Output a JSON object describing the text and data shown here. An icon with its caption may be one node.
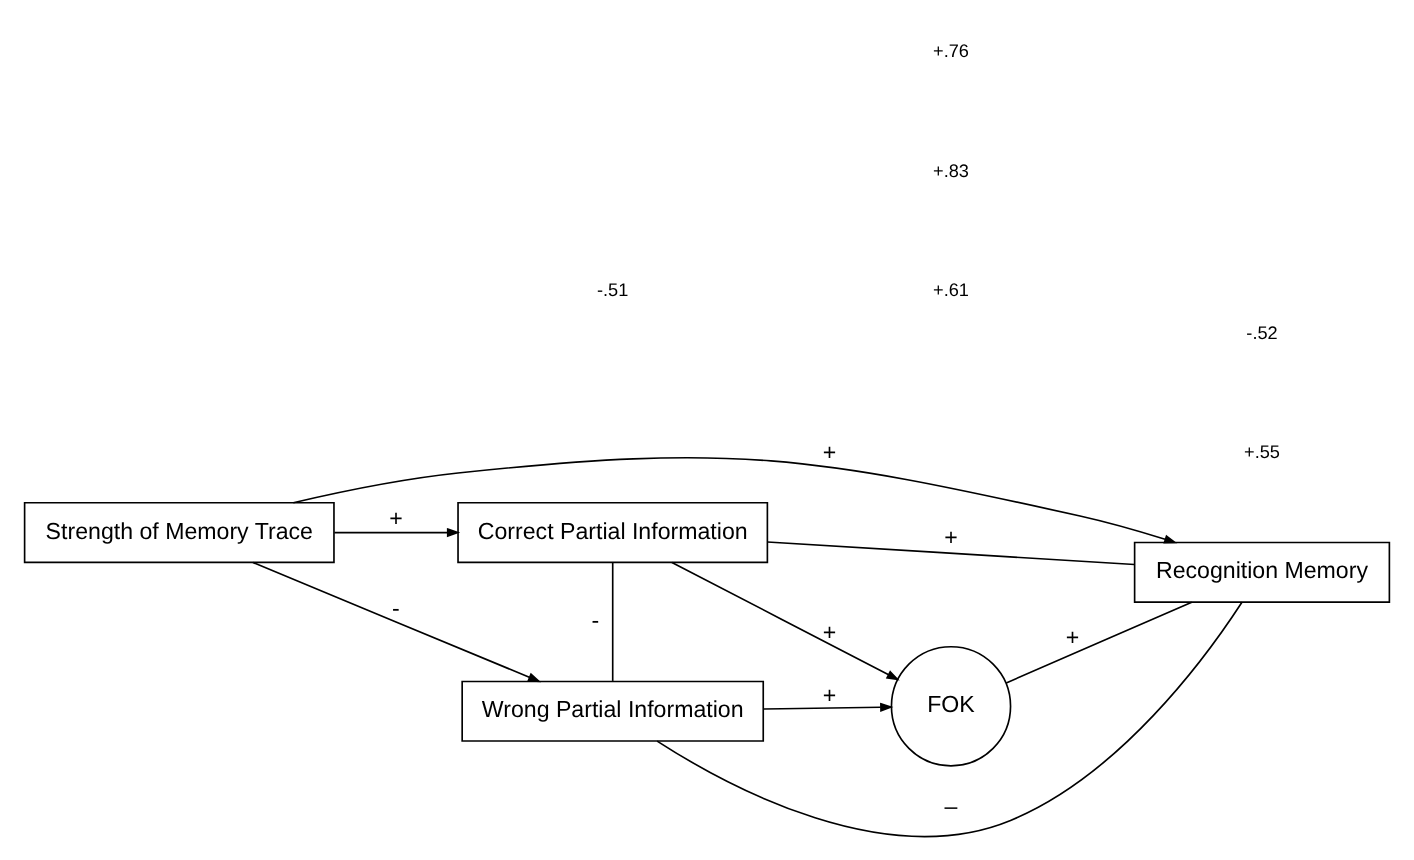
{
  "diagram": {
    "nodes": [
      {
        "text": [
          "Correct Partial Information"
        ]
      },
      {
        "text": [
          "Strength of Memory Trace"
        ]
      },
      {
        "text": [
          "FOK"
        ]
      },
      {
        "text": [
          "Recognition Memory"
        ]
      },
      {
        "text": [
          "Wrong Partial Information"
        ]
      }
    ],
    "edges": [
      {
        "from": 1,
        "to": 0,
        "arrow": "to",
        "label": "+"
      },
      {
        "from": 1,
        "to": 4,
        "arrow": "to",
        "label": "-"
      },
      {
        "from": 0,
        "to": 2,
        "arrow": "to",
        "label": "+"
      },
      {
        "from": 4,
        "to": 2,
        "arrow": "to",
        "label": "+"
      },
      {
        "from": 0,
        "to": 4,
        "arrow": "none",
        "label": "-"
      },
      {
        "from": 0,
        "to": 3,
        "arrow": "none",
        "label": "+"
      },
      {
        "from": 2,
        "to": 3,
        "arrow": "none",
        "label": "+"
      },
      {
        "from": 4,
        "to": 3,
        "arrow": "none",
        "label": "–"
      },
      {
        "from": 1,
        "to": 3,
        "arrow": "to",
        "label": "+"
      }
    ],
    "labels": [
      "+.61",
      "+.83",
      "-.51",
      "+.55",
      "+.76",
      "-.52"
    ]
  }
}
